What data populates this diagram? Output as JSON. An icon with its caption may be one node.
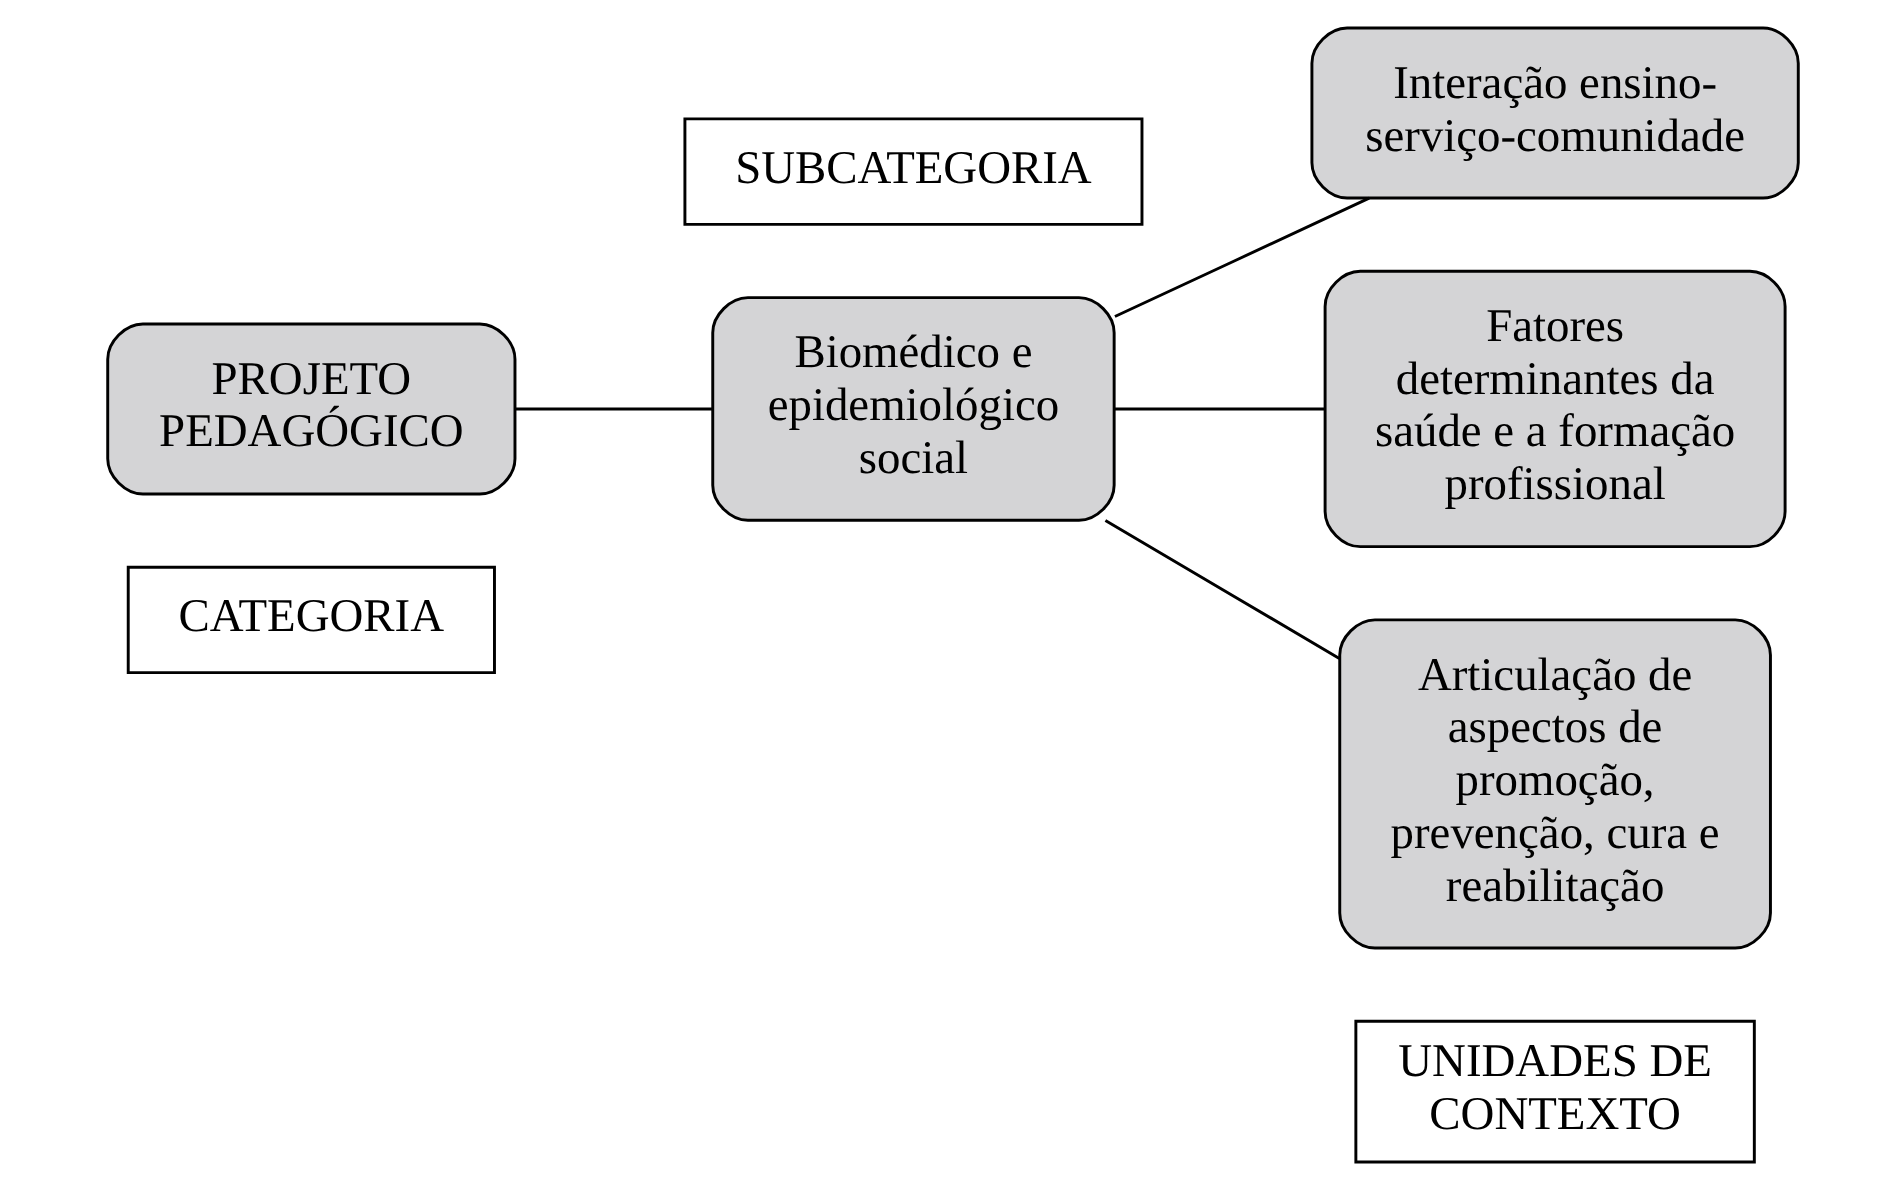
{
  "diagram": {
    "nodes": [
      {
        "text": [
          "CATEGORIA"
        ]
      },
      {
        "text": [
          "UNIDADES DE CONTEXTO"
        ]
      },
      {
        "text": [
          "PROJETO PEDAGÓGICO"
        ]
      },
      {
        "text": [
          "SUBCATEGORIA"
        ]
      },
      {
        "text": [
          "Biomédico e epidemiológico social"
        ]
      },
      {
        "text": [
          "Interação ensino-serviço-comunidade"
        ]
      },
      {
        "text": [
          "Fatores determinantes da saúde e a formação profissional"
        ]
      },
      {
        "text": [
          "Articulação de aspectos de promoção, prevenção, cura e reabilitação"
        ]
      }
    ],
    "edges": [
      {
        "from": 2,
        "to": 4,
        "arrow": "none"
      },
      {
        "from": 4,
        "to": 5,
        "arrow": "none"
      },
      {
        "from": 4,
        "to": 6,
        "arrow": "none"
      },
      {
        "from": 4,
        "to": 7,
        "arrow": "none"
      }
    ]
  }
}
